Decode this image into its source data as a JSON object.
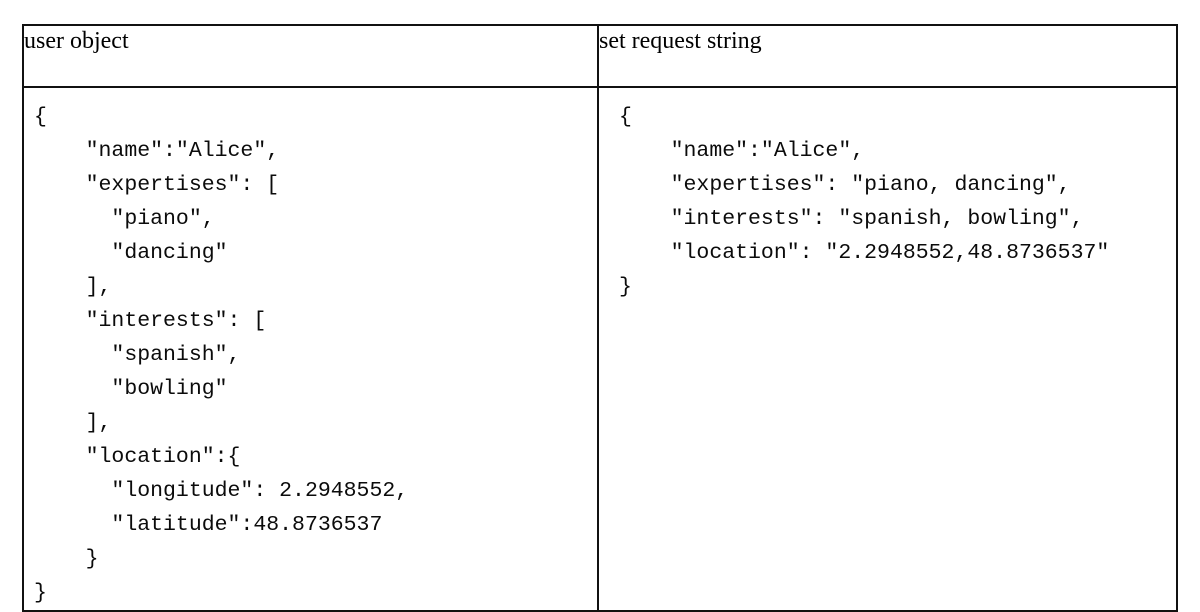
{
  "table": {
    "columns": [
      {
        "id": "user-object",
        "header": "user object",
        "code": "{\n    \"name\":\"Alice\",\n    \"expertises\": [\n      \"piano\",\n      \"dancing\"\n    ],\n    \"interests\": [\n      \"spanish\",\n      \"bowling\"\n    ],\n    \"location\":{\n      \"longitude\": 2.2948552,\n      \"latitude\":48.8736537\n    }\n}"
      },
      {
        "id": "set-request-string",
        "header": "set request string",
        "code": "{\n    \"name\":\"Alice\",\n    \"expertises\": \"piano, dancing\",\n    \"interests\": \"spanish, bowling\",\n    \"location\": \"2.2948552,48.8736537\"\n}"
      }
    ]
  },
  "values": {
    "name": "Alice",
    "expertises": [
      "piano",
      "dancing"
    ],
    "interests": [
      "spanish",
      "bowling"
    ],
    "longitude": "2.2948552",
    "latitude": "48.8736537",
    "expertises_string": "piano, dancing",
    "interests_string": "spanish, bowling",
    "location_string": "2.2948552,48.8736537"
  },
  "colors": {
    "border": "#111111",
    "background": "#ffffff",
    "text": "#000000",
    "code_text": "#0b0b0b"
  }
}
